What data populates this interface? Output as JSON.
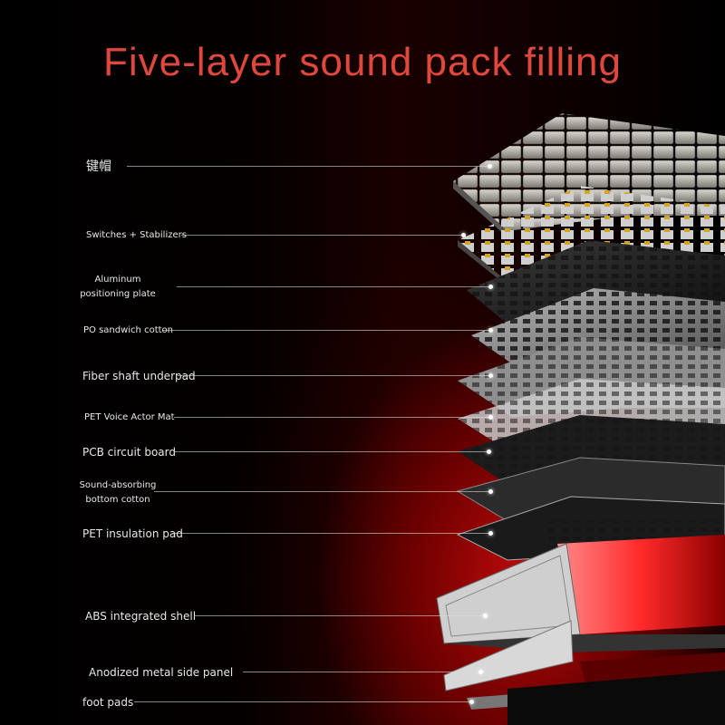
{
  "title": "Five-layer sound pack filling",
  "layers": [
    {
      "name": "keycap",
      "label": "键帽"
    },
    {
      "name": "switches",
      "label": "Switches + Stabilizers"
    },
    {
      "name": "plate",
      "label": "Aluminum positioning plate"
    },
    {
      "name": "po-cotton",
      "label": "PO sandwich cotton"
    },
    {
      "name": "fiber-pad",
      "label": "Fiber shaft underpad"
    },
    {
      "name": "pet-voice-mat",
      "label": "PET Voice Actor Mat"
    },
    {
      "name": "pcb",
      "label": "PCB circuit board"
    },
    {
      "name": "bottom-cotton",
      "label": "Sound-absorbing bottom cotton"
    },
    {
      "name": "pet-insulation",
      "label": "PET insulation pad"
    },
    {
      "name": "abs-shell",
      "label": "ABS integrated shell"
    },
    {
      "name": "side-panel",
      "label": "Anodized metal side panel"
    },
    {
      "name": "foot-pads",
      "label": "foot pads"
    }
  ],
  "colors": {
    "title": "#e0473d",
    "glow": "#c80a0a"
  }
}
